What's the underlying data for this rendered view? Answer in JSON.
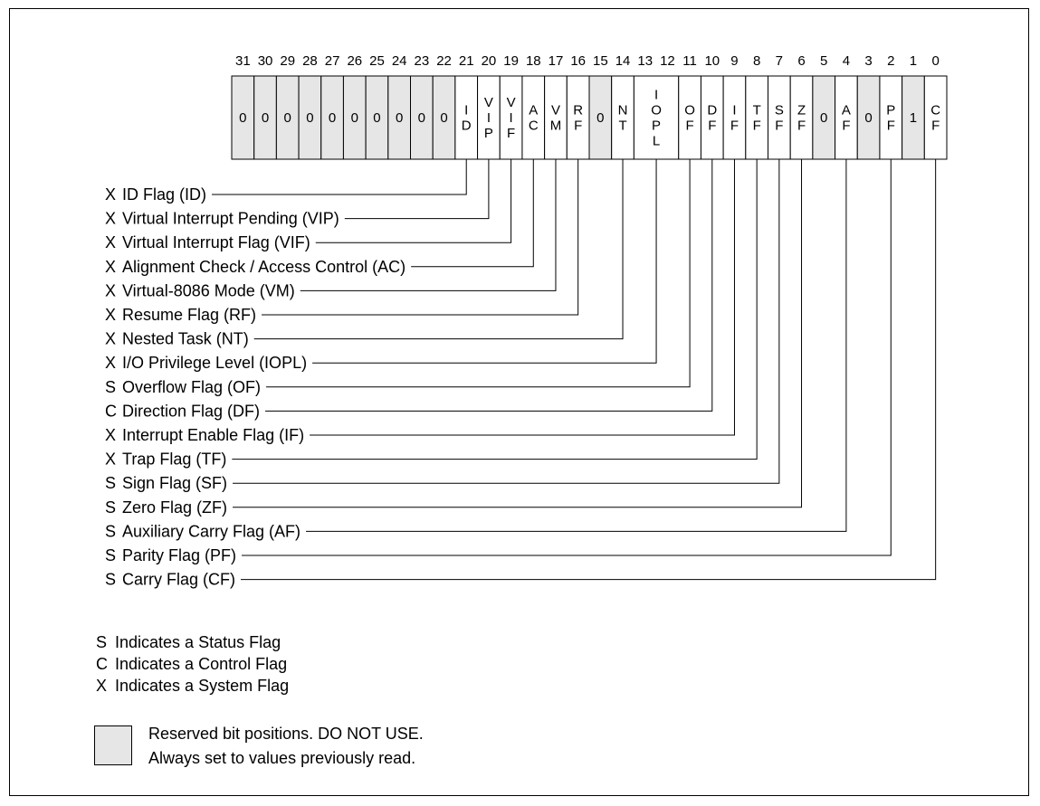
{
  "bit_numbers": [
    "31",
    "30",
    "29",
    "28",
    "27",
    "26",
    "25",
    "24",
    "23",
    "22",
    "21",
    "20",
    "19",
    "18",
    "17",
    "16",
    "15",
    "14",
    "13",
    "12",
    "11",
    "10",
    "9",
    "8",
    "7",
    "6",
    "5",
    "4",
    "3",
    "2",
    "1",
    "0"
  ],
  "cells": [
    {
      "bits": "31",
      "text": "0",
      "reserved": true
    },
    {
      "bits": "30",
      "text": "0",
      "reserved": true
    },
    {
      "bits": "29",
      "text": "0",
      "reserved": true
    },
    {
      "bits": "28",
      "text": "0",
      "reserved": true
    },
    {
      "bits": "27",
      "text": "0",
      "reserved": true
    },
    {
      "bits": "26",
      "text": "0",
      "reserved": true
    },
    {
      "bits": "25",
      "text": "0",
      "reserved": true
    },
    {
      "bits": "24",
      "text": "0",
      "reserved": true
    },
    {
      "bits": "23",
      "text": "0",
      "reserved": true
    },
    {
      "bits": "22",
      "text": "0",
      "reserved": true
    },
    {
      "bits": "21",
      "text": "ID",
      "reserved": false
    },
    {
      "bits": "20",
      "text": "VIP",
      "reserved": false
    },
    {
      "bits": "19",
      "text": "VIF",
      "reserved": false
    },
    {
      "bits": "18",
      "text": "AC",
      "reserved": false
    },
    {
      "bits": "17",
      "text": "VM",
      "reserved": false
    },
    {
      "bits": "16",
      "text": "RF",
      "reserved": false
    },
    {
      "bits": "15",
      "text": "0",
      "reserved": true
    },
    {
      "bits": "14",
      "text": "NT",
      "reserved": false
    },
    {
      "bits": "13-12",
      "text": "IOPL",
      "reserved": false
    },
    {
      "bits": "11",
      "text": "OF",
      "reserved": false
    },
    {
      "bits": "10",
      "text": "DF",
      "reserved": false
    },
    {
      "bits": "9",
      "text": "IF",
      "reserved": false
    },
    {
      "bits": "8",
      "text": "TF",
      "reserved": false
    },
    {
      "bits": "7",
      "text": "SF",
      "reserved": false
    },
    {
      "bits": "6",
      "text": "ZF",
      "reserved": false
    },
    {
      "bits": "5",
      "text": "0",
      "reserved": true
    },
    {
      "bits": "4",
      "text": "AF",
      "reserved": false
    },
    {
      "bits": "3",
      "text": "0",
      "reserved": true
    },
    {
      "bits": "2",
      "text": "PF",
      "reserved": false
    },
    {
      "bits": "1",
      "text": "1",
      "reserved": true
    },
    {
      "bits": "0",
      "text": "CF",
      "reserved": false
    }
  ],
  "flags": [
    {
      "type": "X",
      "name": "ID Flag (ID)",
      "bit": "21"
    },
    {
      "type": "X",
      "name": "Virtual Interrupt Pending (VIP)",
      "bit": "20"
    },
    {
      "type": "X",
      "name": "Virtual Interrupt Flag (VIF)",
      "bit": "19"
    },
    {
      "type": "X",
      "name": "Alignment Check / Access Control (AC)",
      "bit": "18"
    },
    {
      "type": "X",
      "name": "Virtual-8086 Mode (VM)",
      "bit": "17"
    },
    {
      "type": "X",
      "name": "Resume Flag (RF)",
      "bit": "16"
    },
    {
      "type": "X",
      "name": "Nested Task (NT)",
      "bit": "14"
    },
    {
      "type": "X",
      "name": "I/O Privilege Level (IOPL)",
      "bit": "13-12"
    },
    {
      "type": "S",
      "name": "Overflow Flag (OF)",
      "bit": "11"
    },
    {
      "type": "C",
      "name": "Direction Flag (DF)",
      "bit": "10"
    },
    {
      "type": "X",
      "name": "Interrupt Enable Flag (IF)",
      "bit": "9"
    },
    {
      "type": "X",
      "name": "Trap Flag (TF)",
      "bit": "8"
    },
    {
      "type": "S",
      "name": "Sign Flag (SF)",
      "bit": "7"
    },
    {
      "type": "S",
      "name": "Zero Flag (ZF)",
      "bit": "6"
    },
    {
      "type": "S",
      "name": "Auxiliary Carry Flag (AF)",
      "bit": "4"
    },
    {
      "type": "S",
      "name": "Parity Flag (PF)",
      "bit": "2"
    },
    {
      "type": "S",
      "name": "Carry Flag (CF)",
      "bit": "0"
    }
  ],
  "legend": [
    {
      "key": "S",
      "text": "Indicates a Status Flag"
    },
    {
      "key": "C",
      "text": "Indicates a Control Flag"
    },
    {
      "key": "X",
      "text": "Indicates a System Flag"
    }
  ],
  "reserved_note": {
    "line1": "Reserved bit positions. DO NOT USE.",
    "line2": "Always set to values previously read."
  },
  "colors": {
    "reserved_fill": "#e6e6e6",
    "line": "#000000"
  }
}
